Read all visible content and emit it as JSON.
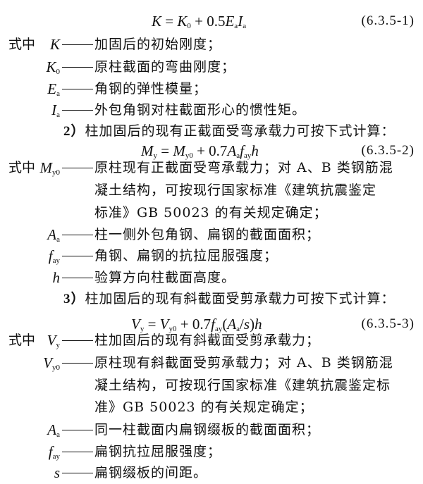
{
  "where_label": "式中",
  "formulas": [
    {
      "number": "(6.3.5-1)",
      "parts": [
        {
          "t": "K",
          "i": true
        },
        {
          "t": " = "
        },
        {
          "t": "K",
          "i": true
        },
        {
          "t": "0",
          "sub": true
        },
        {
          "t": " + 0.5"
        },
        {
          "t": "E",
          "i": true
        },
        {
          "t": "a",
          "sub": true
        },
        {
          "t": "I",
          "i": true
        },
        {
          "t": "a",
          "sub": true
        }
      ]
    },
    {
      "number": "(6.3.5-2)",
      "parts": [
        {
          "t": "M",
          "i": true
        },
        {
          "t": "y",
          "sub": true
        },
        {
          "t": " = "
        },
        {
          "t": "M",
          "i": true
        },
        {
          "t": "y0",
          "sub": true
        },
        {
          "t": " + 0.7"
        },
        {
          "t": "A",
          "i": true
        },
        {
          "t": "a",
          "sub": true
        },
        {
          "t": "f",
          "i": true
        },
        {
          "t": "ay",
          "sub": true
        },
        {
          "t": "h",
          "i": true
        }
      ]
    },
    {
      "number": "(6.3.5-3)",
      "parts": [
        {
          "t": "V",
          "i": true
        },
        {
          "t": "y",
          "sub": true
        },
        {
          "t": " = "
        },
        {
          "t": "V",
          "i": true
        },
        {
          "t": "y0",
          "sub": true
        },
        {
          "t": " + 0.7"
        },
        {
          "t": "f",
          "i": true
        },
        {
          "t": "ay",
          "sub": true
        },
        {
          "t": "("
        },
        {
          "t": "A",
          "i": true
        },
        {
          "t": "a",
          "sub": true
        },
        {
          "t": "/"
        },
        {
          "t": "s",
          "i": true
        },
        {
          "t": ")"
        },
        {
          "t": "h",
          "i": true
        }
      ]
    }
  ],
  "items": [
    {
      "label": "2）",
      "text": "柱加固后的现有正截面受弯承载力可按下式计算："
    },
    {
      "label": "3）",
      "text": "柱加固后的现有斜截面受剪承载力可按下式计算："
    }
  ],
  "defs1": [
    {
      "sym": "K",
      "sub": "",
      "text": "加固后的初始刚度；"
    },
    {
      "sym": "K",
      "sub": "0",
      "text": "原柱截面的弯曲刚度；"
    },
    {
      "sym": "E",
      "sub": "a",
      "text": "角钢的弹性模量；"
    },
    {
      "sym": "I",
      "sub": "a",
      "text": "外包角钢对柱截面形心的惯性矩。"
    }
  ],
  "defs2": [
    {
      "sym": "M",
      "sub": "y0",
      "text": "原柱现有正截面受弯承载力；对 A、B 类钢筋混",
      "cont": [
        "凝土结构，可按现行国家标准《建筑抗震鉴定",
        "标准》GB 50023 的有关规定确定；"
      ]
    },
    {
      "sym": "A",
      "sub": "a",
      "text": "柱一侧外包角钢、扁钢的截面面积；"
    },
    {
      "sym": "f",
      "sub": "ay",
      "text": "角钢、扁钢的抗拉屈服强度；"
    },
    {
      "sym": "h",
      "sub": "",
      "text": "验算方向柱截面高度。"
    }
  ],
  "defs3": [
    {
      "sym": "V",
      "sub": "y",
      "text": "柱加固后的现有斜截面受剪承载力；"
    },
    {
      "sym": "V",
      "sub": "y0",
      "text": "原柱现有斜截面受剪承载力；对 A、B 类钢筋混",
      "cont": [
        "凝土结构，可按现行国家标准《建筑抗震鉴定标",
        "准》GB 50023 的有关规定确定；"
      ]
    },
    {
      "sym": "A",
      "sub": "a",
      "text": "同一柱截面内扁钢缀板的截面面积；"
    },
    {
      "sym": "f",
      "sub": "ay",
      "text": "扁钢抗拉屈服强度；"
    },
    {
      "sym": "s",
      "sub": "",
      "text": "扁钢缀板的间距。"
    }
  ]
}
